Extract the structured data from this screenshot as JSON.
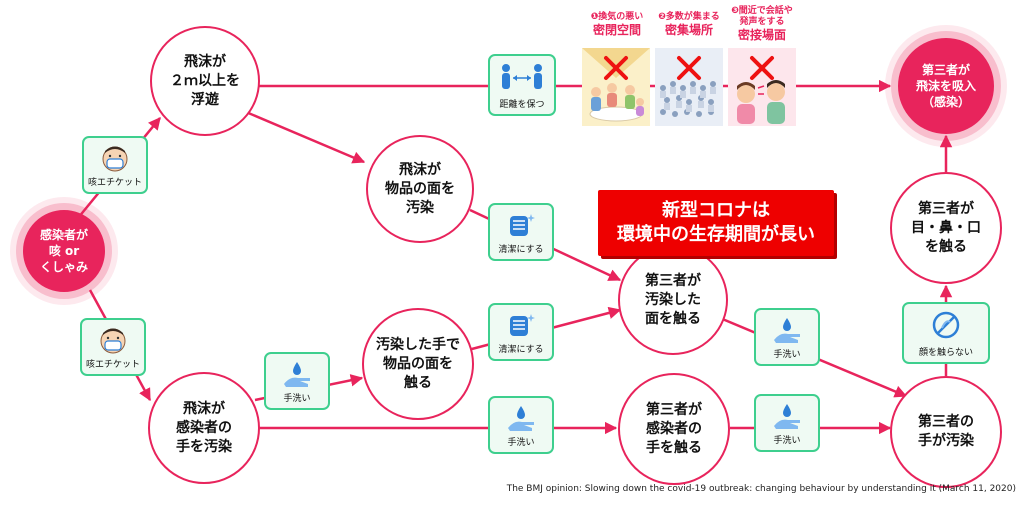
{
  "nodes": {
    "infected": "感染者が\n咳 or\nくしゃみ",
    "float": "飛沫が\n２ｍ以上を\n浮遊",
    "contaminate_items": "飛沫が\n物品の面を\n汚染",
    "dirty_hand_touch": "汚染した手で\n物品の面を\n触る",
    "infected_hand": "飛沫が\n感染者の\n手を汚染",
    "third_touch_surface": "第三者が\n汚染した\n面を触る",
    "third_touch_infected_hand": "第三者が\n感染者の\n手を触る",
    "third_hand_dirty": "第三者の\n手が汚染",
    "third_touch_face": "第三者が\n目・鼻・口\nを触る",
    "third_inhale": "第三者が\n飛沫を吸入\n（感染）"
  },
  "actions": {
    "cough_etiquette_top": "咳エチケット",
    "cough_etiquette_bottom": "咳エチケット",
    "keep_distance": "距離を保つ",
    "clean_top": "清潔にする",
    "clean_bottom": "清潔にする",
    "hand_wash_1": "手洗い",
    "hand_wash_2": "手洗い",
    "hand_wash_3": "手洗い",
    "hand_wash_4": "手洗い",
    "dont_touch_face": "顔を触らない"
  },
  "three_c": [
    {
      "num": "❶換気の悪い",
      "name": "密閉空間"
    },
    {
      "num": "❷多数が集まる",
      "name": "密集場所"
    },
    {
      "num": "❸間近で会話や\n発声をする",
      "name": "密接場面"
    }
  ],
  "banner": "新型コロナは\n環境中の生存期間が長い",
  "source": "The BMJ opinion: Slowing down the covid-19 outbreak: changing behaviour by understanding it (March 11, 2020)",
  "colors": {
    "accent": "#e8245c",
    "action_border": "#3ecf8e",
    "action_fill": "#effaf3",
    "banner": "#ee0000",
    "icon": "#2e7fd6"
  },
  "icons": {
    "cough": "masked-face-icon",
    "distance": "two-people-distance-icon",
    "clean": "wiping-hand-icon",
    "wash": "hand-water-drop-icon",
    "face": "no-touch-face-icon",
    "cross": "red-x-icon"
  }
}
